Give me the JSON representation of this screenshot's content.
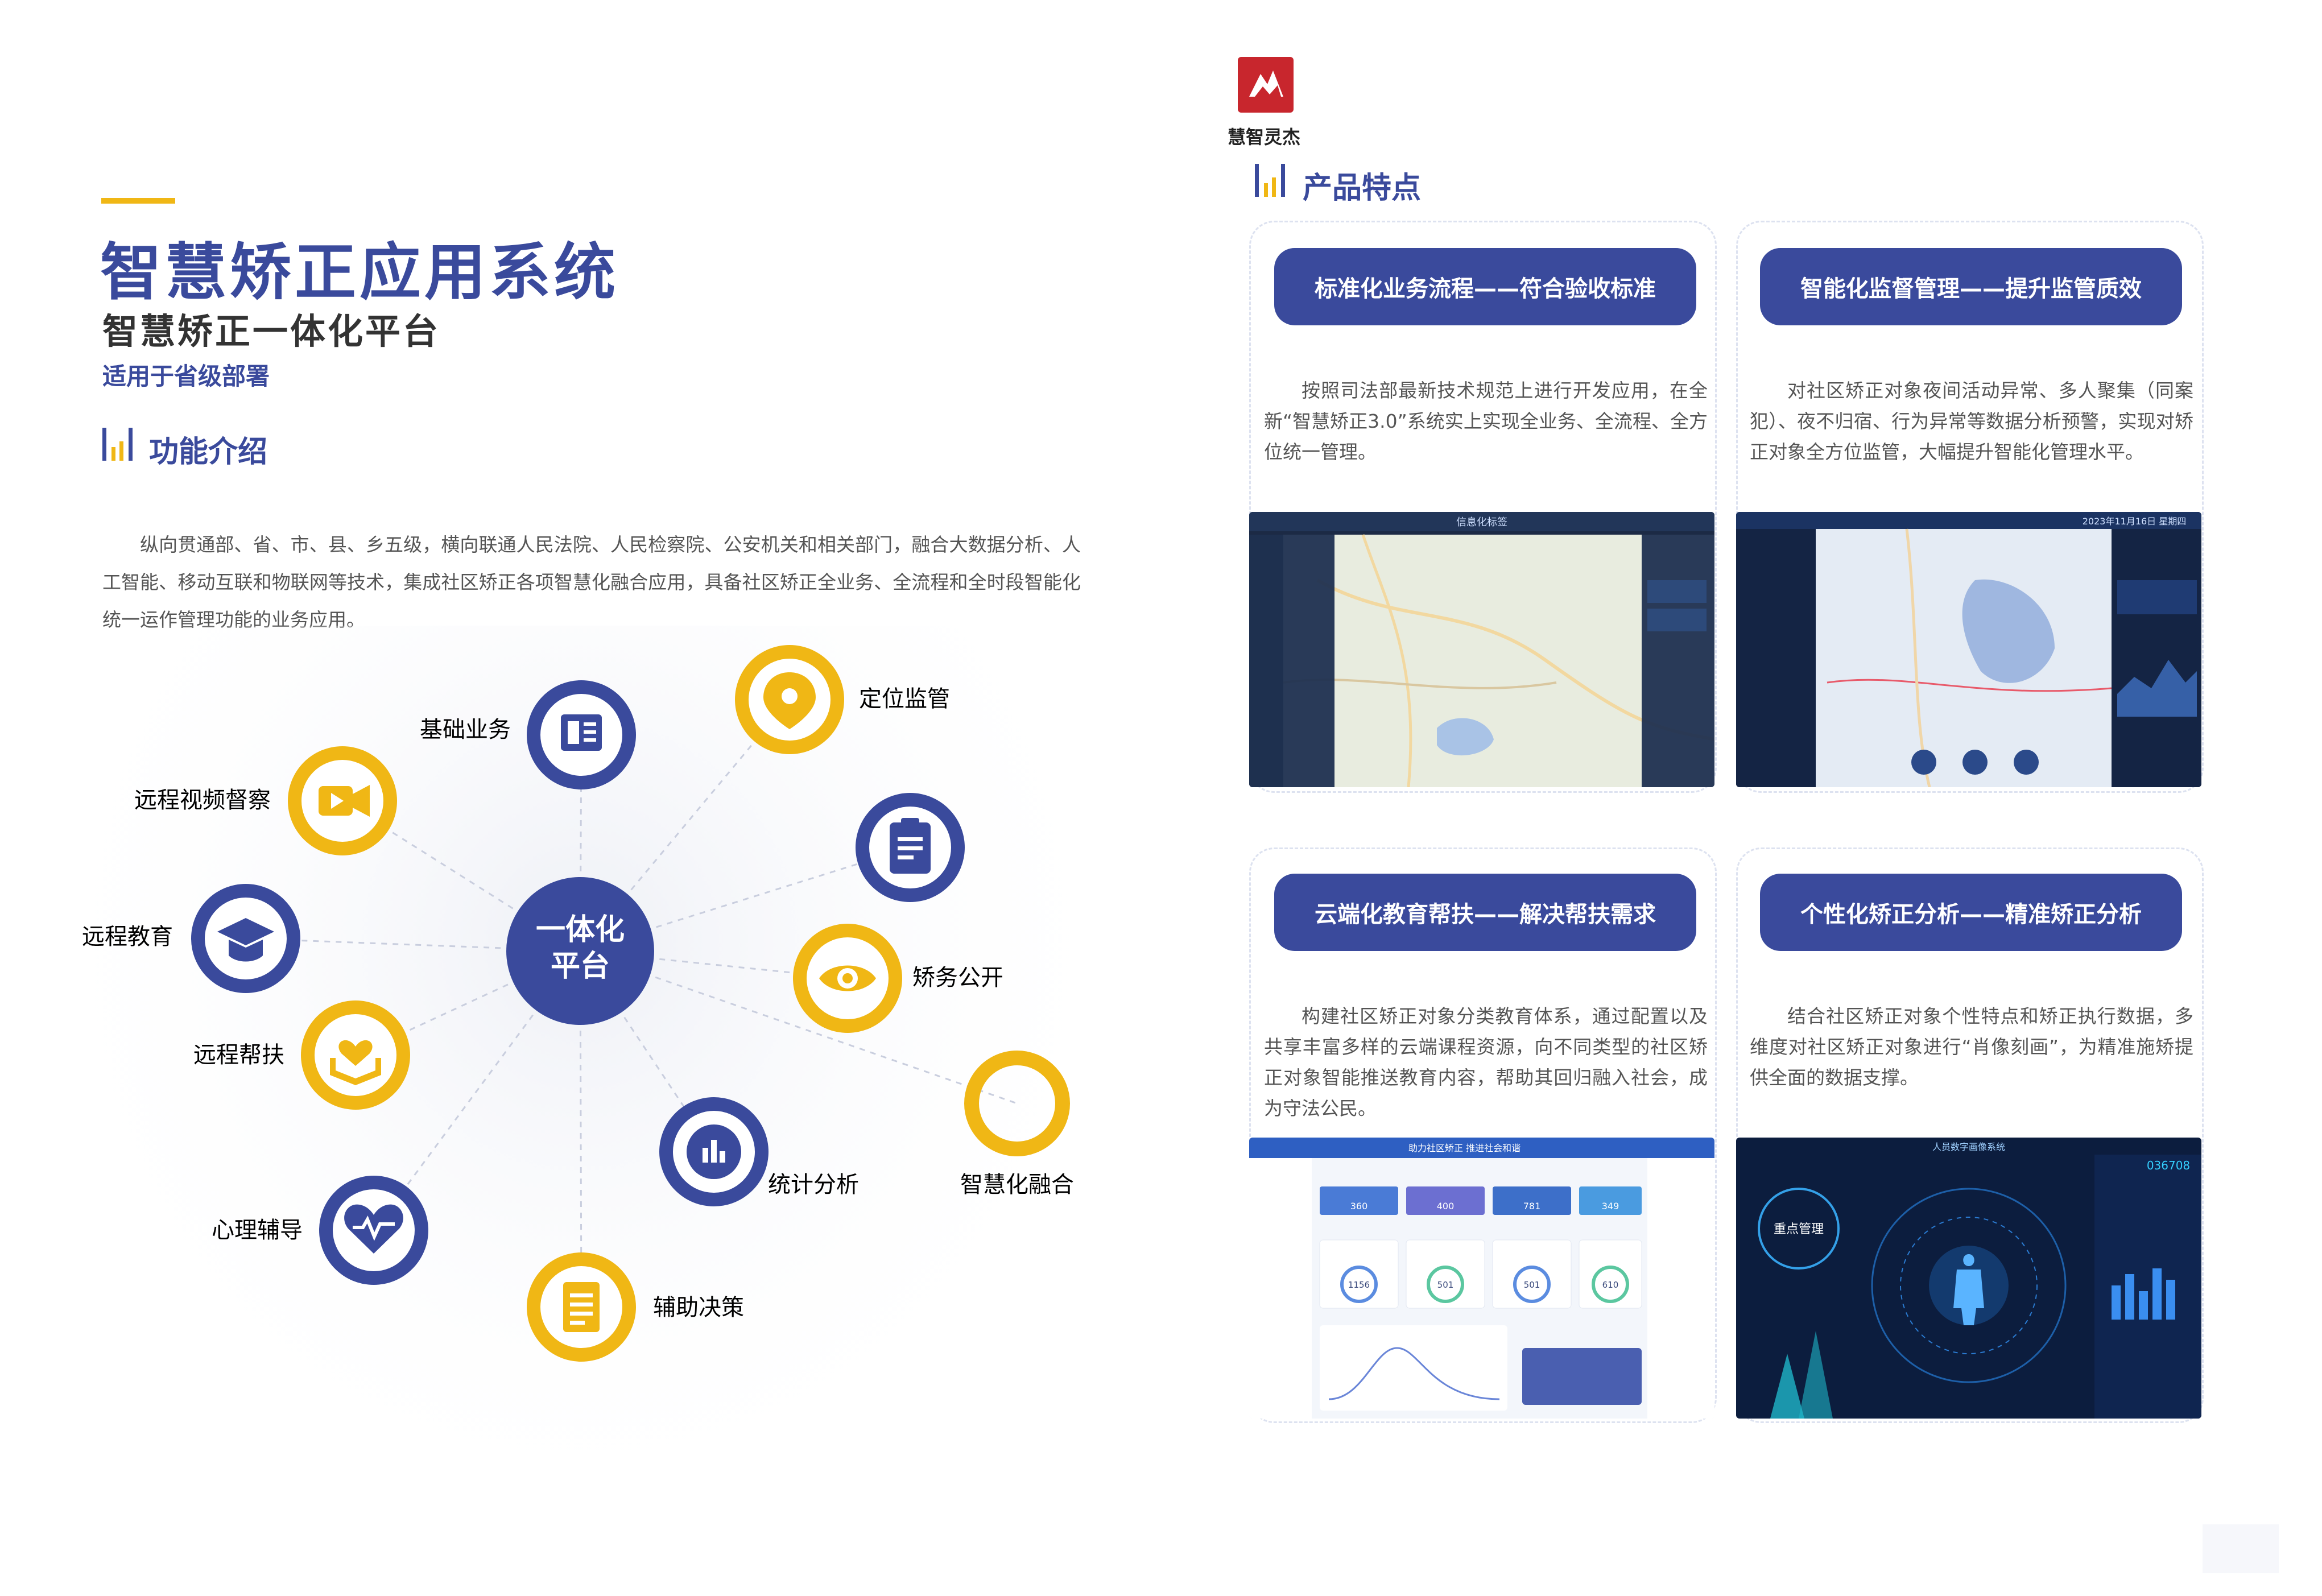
{
  "left": {
    "title": "智慧矫正应用系统",
    "subtitle": "智慧矫正一体化平台",
    "scope": "适用于省级部署",
    "section_title": "功能介绍",
    "intro": "纵向贯通部、省、市、县、乡五级，横向联通人民法院、人民检察院、公安机关和相关部门，融合大数据分析、人工智能、移动互联和物联网等技术，集成社区矫正各项智慧化融合应用，具备社区矫正全业务、全流程和全时段智能化统一运作管理功能的业务应用。"
  },
  "diagram": {
    "center_line1": "一体化",
    "center_line2": "平台",
    "nodes": [
      {
        "label": "基础业务",
        "color": "#3a4a9c",
        "icon": "document-icon"
      },
      {
        "label": "定位监管",
        "color": "#f0b715",
        "icon": "location-pin-icon"
      },
      {
        "label": "远程视频督察",
        "color": "#f0b715",
        "icon": "video-camera-icon"
      },
      {
        "label": "",
        "color": "#3a4a9c",
        "icon": "clipboard-icon"
      },
      {
        "label": "远程教育",
        "color": "#3a4a9c",
        "icon": "graduation-cap-icon"
      },
      {
        "label": "矫务公开",
        "color": "#f0b715",
        "icon": "eye-icon"
      },
      {
        "label": "远程帮扶",
        "color": "#f0b715",
        "icon": "helping-hands-icon"
      },
      {
        "label": "智慧化融合",
        "color": "#f0b715",
        "icon": "ring-icon"
      },
      {
        "label": "统计分析",
        "color": "#3a4a9c",
        "icon": "bar-chart-icon"
      },
      {
        "label": "心理辅导",
        "color": "#3a4a9c",
        "icon": "heart-pulse-icon"
      },
      {
        "label": "辅助决策",
        "color": "#f0b715",
        "icon": "notebook-icon"
      }
    ]
  },
  "right": {
    "logo_text": "慧智灵杰",
    "section_title": "产品特点",
    "cards": [
      {
        "pill": "标准化业务流程——符合验收标准",
        "text": "按照司法部最新技术规范上进行开发应用，在全新“智慧矫正3.0”系统实上实现全业务、全流程、全方位统一管理。",
        "shot_title": "信息化标签"
      },
      {
        "pill": "智能化监督管理——提升监管质效",
        "text": "对社区矫正对象夜间活动异常、多人聚集（同案犯）、夜不归宿、行为异常等数据分析预警，实现对矫正对象全方位监管，大幅提升智能化管理水平。",
        "shot_title": "2023年11月16日 星期四"
      },
      {
        "pill": "云端化教育帮扶——解决帮扶需求",
        "text": "构建社区矫正对象分类教育体系，通过配置以及共享丰富多样的云端课程资源，向不同类型的社区矫正对象智能推送教育内容，帮助其回归融入社会，成为守法公民。",
        "shot_title": "助力社区矫正 推进社会和谐",
        "stats": [
          "360",
          "400",
          "781",
          "349"
        ],
        "gauges": [
          "1156",
          "501",
          "501",
          "610"
        ]
      },
      {
        "pill": "个性化矫正分析——精准矫正分析",
        "text": "结合社区矫正对象个性特点和矫正执行数据，多维度对社区矫正对象进行“肖像刻画”，为精准施矫提供全面的数据支撑。",
        "shot_title": "人员数字画像系统",
        "center_label": "重点管理",
        "counter": "036708"
      }
    ]
  },
  "colors": {
    "primary": "#3a4a9c",
    "accent": "#f0b715",
    "logo_red": "#c8262d"
  }
}
